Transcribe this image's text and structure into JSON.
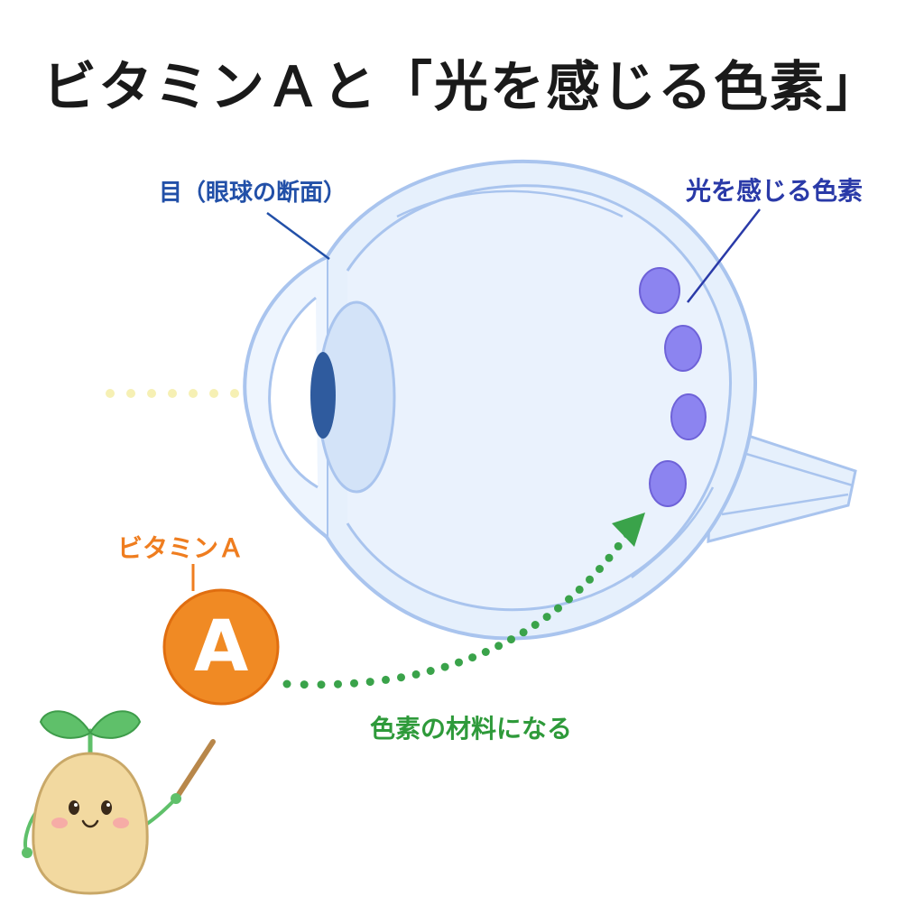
{
  "title": "ビタミンＡと「光を感じる色素」",
  "labels": {
    "eye": "目（眼球の断面）",
    "pigment": "光を感じる色素",
    "vitamin_a": "ビタミンＡ",
    "material": "色素の材料になる"
  },
  "badge": {
    "letter": "A"
  },
  "colors": {
    "eye_outline": "#a9c4ee",
    "eye_fill": "#e6f0fc",
    "pupil": "#2f5b9e",
    "pigment_cell": "#8c84f0",
    "light_ray": "#f6f0b4",
    "vitamin_orange": "#f08a24",
    "path_green": "#3aa34a",
    "sprout_leaf": "#5fc06a",
    "sprout_body": "#f2d9a0"
  },
  "icons": {
    "mascot": "sprout-mascot",
    "pointer": "pointer-stick",
    "arrow": "arrow-head"
  }
}
